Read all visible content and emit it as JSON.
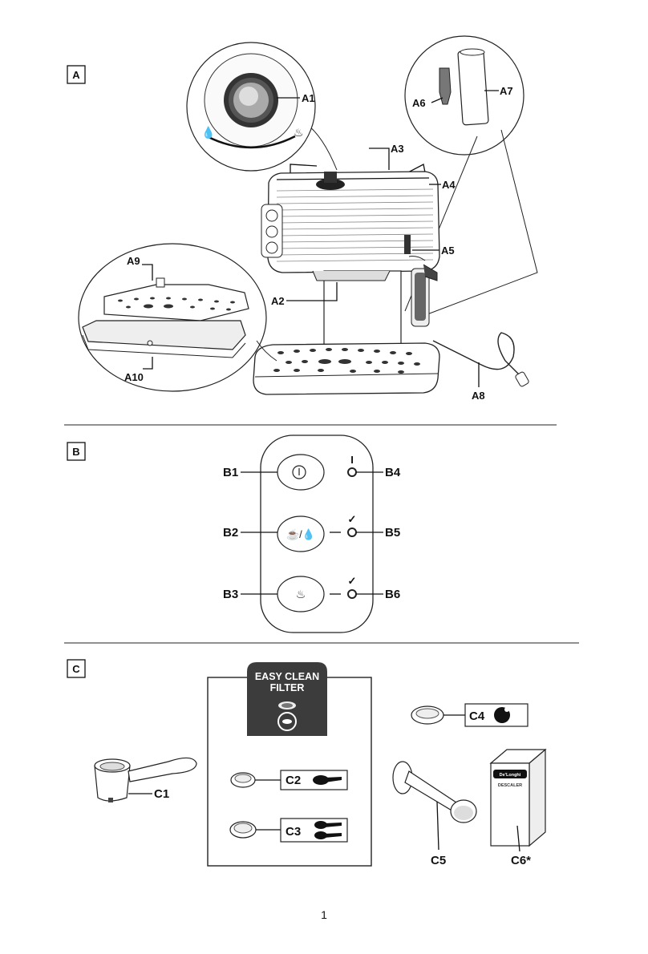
{
  "sections": {
    "a": "A",
    "b": "B",
    "c": "C"
  },
  "labels_a": {
    "a1": "A1",
    "a2": "A2",
    "a3": "A3",
    "a4": "A4",
    "a5": "A5",
    "a6": "A6",
    "a7": "A7",
    "a8": "A8",
    "a9": "A9",
    "a10": "A10"
  },
  "labels_b": {
    "b1": "B1",
    "b2": "B2",
    "b3": "B3",
    "b4": "B4",
    "b5": "B5",
    "b6": "B6"
  },
  "labels_c": {
    "c1": "C1",
    "c2": "C2",
    "c3": "C3",
    "c4": "C4",
    "c5": "C5",
    "c6": "C6*"
  },
  "badge": {
    "line1": "EASY CLEAN",
    "line2": "FILTER"
  },
  "panel_marks": {
    "b4": "I",
    "b5": "✓",
    "b6": "✓"
  },
  "descaler": {
    "brand": "De'Longhi",
    "name": "DESCALER"
  },
  "page_number": "1"
}
